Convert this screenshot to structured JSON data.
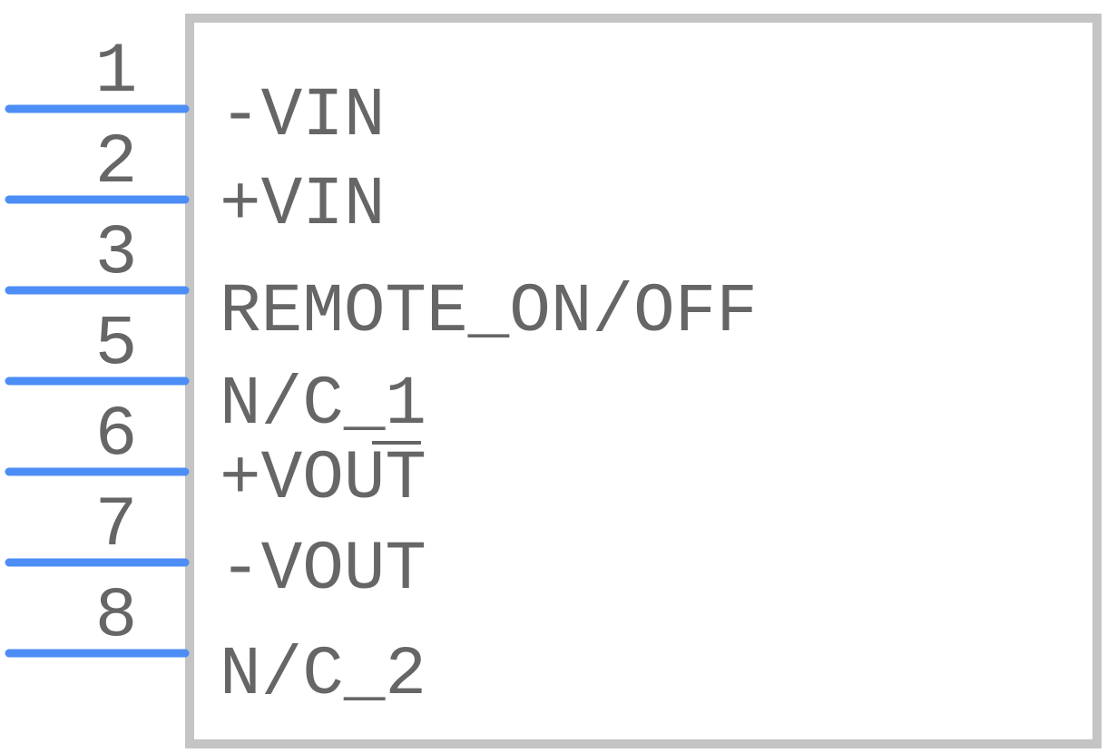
{
  "component": {
    "outline_color": "#c4c4c4",
    "pin_color": "#4c8df6",
    "text_color": "#666666",
    "pins": [
      {
        "number": "1",
        "label": "-VIN"
      },
      {
        "number": "2",
        "label": "+VIN"
      },
      {
        "number": "3",
        "label": "REMOTE_ON/OFF"
      },
      {
        "number": "5",
        "label": "N/C_1"
      },
      {
        "number": "6",
        "label": "+VOUT"
      },
      {
        "number": "7",
        "label": "-VOUT"
      },
      {
        "number": "8",
        "label": "N/C_2"
      }
    ]
  }
}
